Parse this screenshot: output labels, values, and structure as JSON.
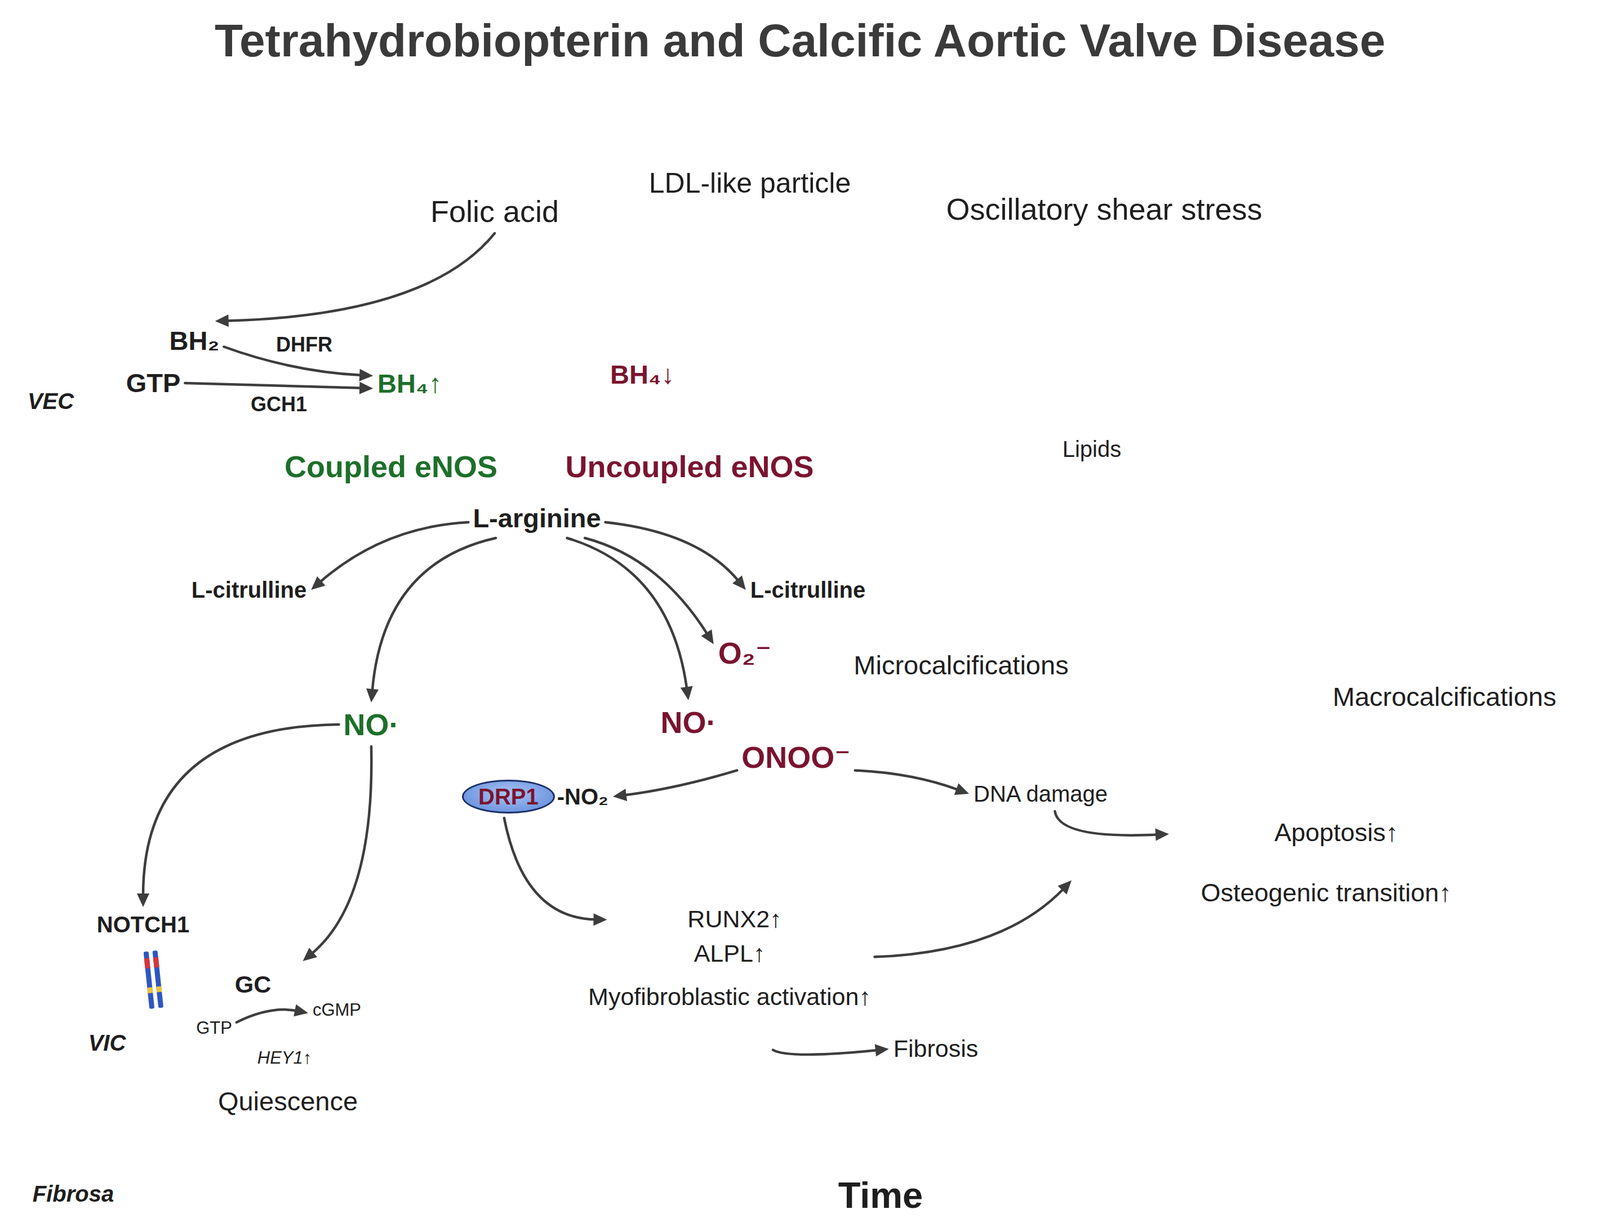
{
  "diagram": {
    "title": "Tetrahydrobiopterin and Calcific Aortic Valve Disease",
    "nodes": [
      {
        "text": [
          "Folic acid"
        ]
      },
      {
        "text": [
          "VEC"
        ]
      },
      {
        "text": [
          "BH₂"
        ],
        "in": 1
      },
      {
        "text": [
          "GTP"
        ],
        "in": 1
      },
      {
        "text": [
          "BH₄↑"
        ],
        "in": 1
      },
      {
        "text": [
          "BH₄↓"
        ]
      },
      {
        "text": [
          "L-arginine"
        ]
      },
      {
        "text": [
          "L-citrulline"
        ]
      },
      {
        "text": [
          "NO·"
        ]
      },
      {
        "text": [
          "L-citrulline"
        ]
      },
      {
        "text": [
          "O₂⁻"
        ]
      },
      {
        "text": [
          "NO·"
        ]
      },
      {
        "text": [
          "ONOO⁻"
        ]
      },
      {
        "text": [
          "DRP1",
          "-NO₂"
        ]
      },
      {
        "text": [
          "DNA damage"
        ]
      },
      {
        "text": [
          "NOTCH1"
        ]
      },
      {
        "text": [
          "VIC",
          "Quiescence"
        ]
      },
      {
        "text": [
          "GTP"
        ],
        "in": 16
      },
      {
        "text": [
          "cGMP"
        ],
        "in": 16
      },
      {
        "text": [
          "HEY1↑"
        ],
        "in": 16
      },
      {
        "text": [
          "RUNX2↑",
          "ALPL↑",
          "Myofibroblastic activation↑"
        ]
      },
      {
        "text": [
          "Apoptosis↑",
          "Osteogenic transition↑"
        ]
      },
      {
        "text": [
          "Fibrosis"
        ]
      }
    ],
    "edges": [
      {
        "from": 0,
        "to": 2,
        "arrow": "to"
      },
      {
        "from": 3,
        "to": 4,
        "label": "GCH1",
        "arrow": "to"
      },
      {
        "from": 2,
        "to": 4,
        "label": "DHFR",
        "arrow": "to"
      },
      {
        "from": 6,
        "to": 7,
        "arrow": "to"
      },
      {
        "from": 6,
        "to": 8,
        "arrow": "to"
      },
      {
        "from": 6,
        "to": 9,
        "arrow": "to"
      },
      {
        "from": 6,
        "to": 10,
        "arrow": "to"
      },
      {
        "from": 6,
        "to": 11,
        "arrow": "to"
      },
      {
        "from": 8,
        "to": 15,
        "arrow": "to"
      },
      {
        "from": 8,
        "to": 16,
        "arrow": "to"
      },
      {
        "from": 12,
        "to": 13,
        "arrow": "to"
      },
      {
        "from": 12,
        "to": 14,
        "arrow": "to"
      },
      {
        "from": 13,
        "to": 20,
        "arrow": "to"
      },
      {
        "from": 20,
        "to": 21,
        "arrow": "to"
      },
      {
        "from": 14,
        "to": 21,
        "arrow": "to"
      },
      {
        "from": 20,
        "to": 22,
        "arrow": "to"
      },
      {
        "from": 17,
        "to": 18,
        "label": "GC",
        "arrow": "to"
      }
    ],
    "labels": [
      "LDL-like particle",
      "Oscillatory shear stress",
      "Lipids",
      "Coupled eNOS",
      "Uncoupled eNOS",
      "Microcalcifications",
      "Macrocalcifications",
      "Fibrosa",
      "Time"
    ]
  }
}
